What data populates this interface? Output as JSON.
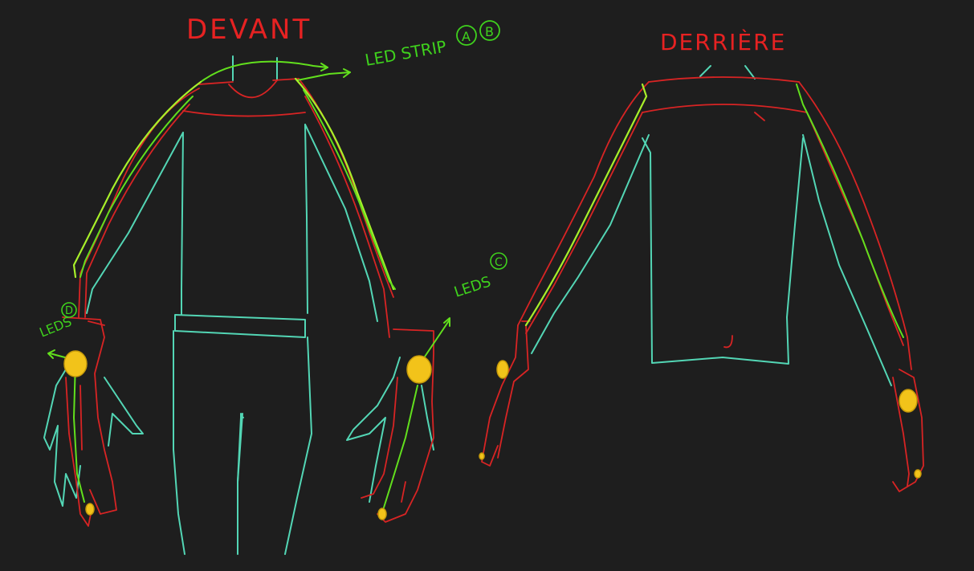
{
  "labels": {
    "front_title": "DEVANT",
    "back_title": "DERRIÈRE",
    "led_strip": "LED STRIP",
    "led_strip_mark_a": "A",
    "led_strip_mark_b": "B",
    "leds_left": "LEDS",
    "leds_left_mark": "D",
    "leds_right": "LEDS",
    "leds_right_mark": "C"
  },
  "colors": {
    "background": "#1e1e1e",
    "garment_outline": "#53d6b5",
    "wire_red": "#d82424",
    "led_strip_green": "#62e01d",
    "led_yellow": "#f2c31a",
    "title_red": "#e62222",
    "annotation_green": "#3fd21d"
  }
}
